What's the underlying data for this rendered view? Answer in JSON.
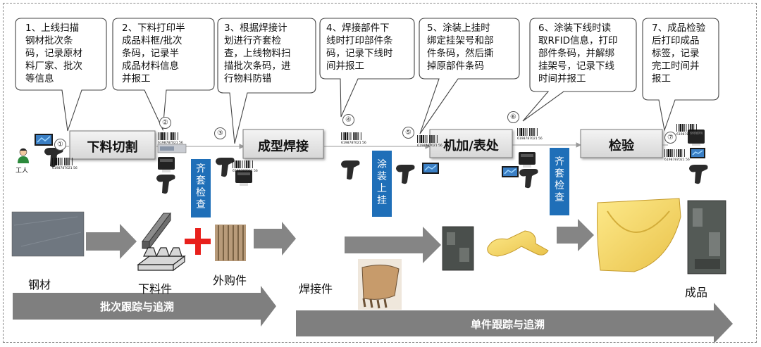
{
  "steps": [
    {
      "num": "①",
      "lines": [
        "1、上线扫描",
        "钢材批次条",
        "码，记录原材",
        "料厂家、批次",
        "等信息"
      ]
    },
    {
      "num": "②",
      "lines": [
        "2、下料打印半",
        "成品料框/批次",
        "条码，记录半",
        "成品材料信息",
        "并报工"
      ]
    },
    {
      "num": "③",
      "lines": [
        "3、根据焊接计",
        "划进行齐套检",
        "查，上线物料扫",
        "描批次条码，进",
        "行物料防错"
      ]
    },
    {
      "num": "④",
      "lines": [
        "4、焊接部件下",
        "线时打印部件条",
        "码，记录下线时",
        "间并报工"
      ]
    },
    {
      "num": "⑤",
      "lines": [
        "5、涂装上挂时",
        "绑定挂架号和部",
        "件条码，然后撕",
        "掉原部件条码"
      ]
    },
    {
      "num": "⑥",
      "lines": [
        "6、涂装下线时读",
        "取RFID信息，打印",
        "部件条码，并解绑",
        "挂架号，记录下线",
        "时间并报工"
      ]
    },
    {
      "num": "⑦",
      "lines": [
        "7、成品检验",
        "后打印成品",
        "标签，记录",
        "完工时间并",
        "报工"
      ]
    }
  ],
  "stages": [
    "下料切割",
    "成型焊接",
    "机加/表处",
    "检验"
  ],
  "checks": [
    {
      "text": "齐套检查"
    },
    {
      "text": "涂装上挂"
    },
    {
      "text": "齐套检查"
    }
  ],
  "worker_label": "工人",
  "barcode_text": "6198787021 56",
  "materials": {
    "steel": "钢材",
    "cut_parts": "下料件",
    "purchased": "外购件",
    "welded": "焊接件",
    "finished": "成品"
  },
  "banners": {
    "batch": "批次跟踪与追溯",
    "single": "单件跟踪与追溯"
  },
  "colors": {
    "stage_fill": "#e8e8e8",
    "check_fill": "#1f6fb8",
    "arrow_gray": "#888888",
    "banner_gray": "#7f7f7f",
    "cross_red": "#e8201c",
    "yellow": "#f5d85a"
  }
}
